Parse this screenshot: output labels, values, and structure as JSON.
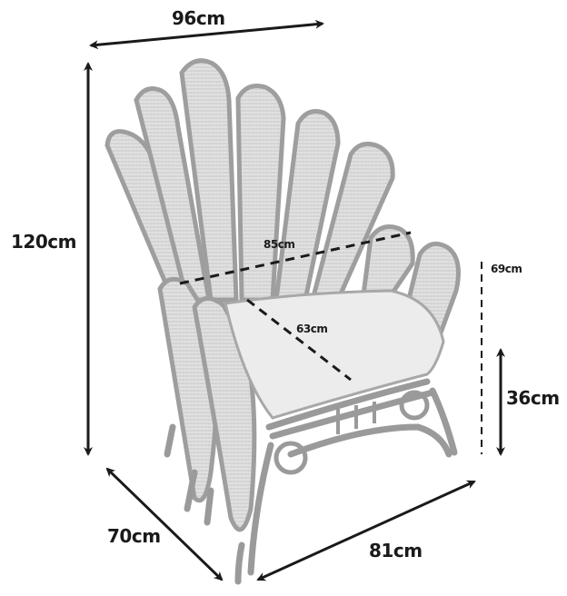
{
  "diagram": {
    "subject": "Peacock rattan armchair with seat cushion",
    "colors": {
      "line": "#1a1a1a",
      "rattan_light": "#e6e6e6",
      "rattan_mid": "#bdbdbd",
      "rattan_dark": "#8c8c8c",
      "cushion": "#eeeeee",
      "background": "#ffffff"
    },
    "dimensions": {
      "width_top": "96cm",
      "height_total": "120cm",
      "back_width": "85cm",
      "seat_depth": "63cm",
      "back_height_from_seat": "69cm",
      "seat_height": "36cm",
      "depth": "70cm",
      "front_width": "81cm"
    }
  }
}
